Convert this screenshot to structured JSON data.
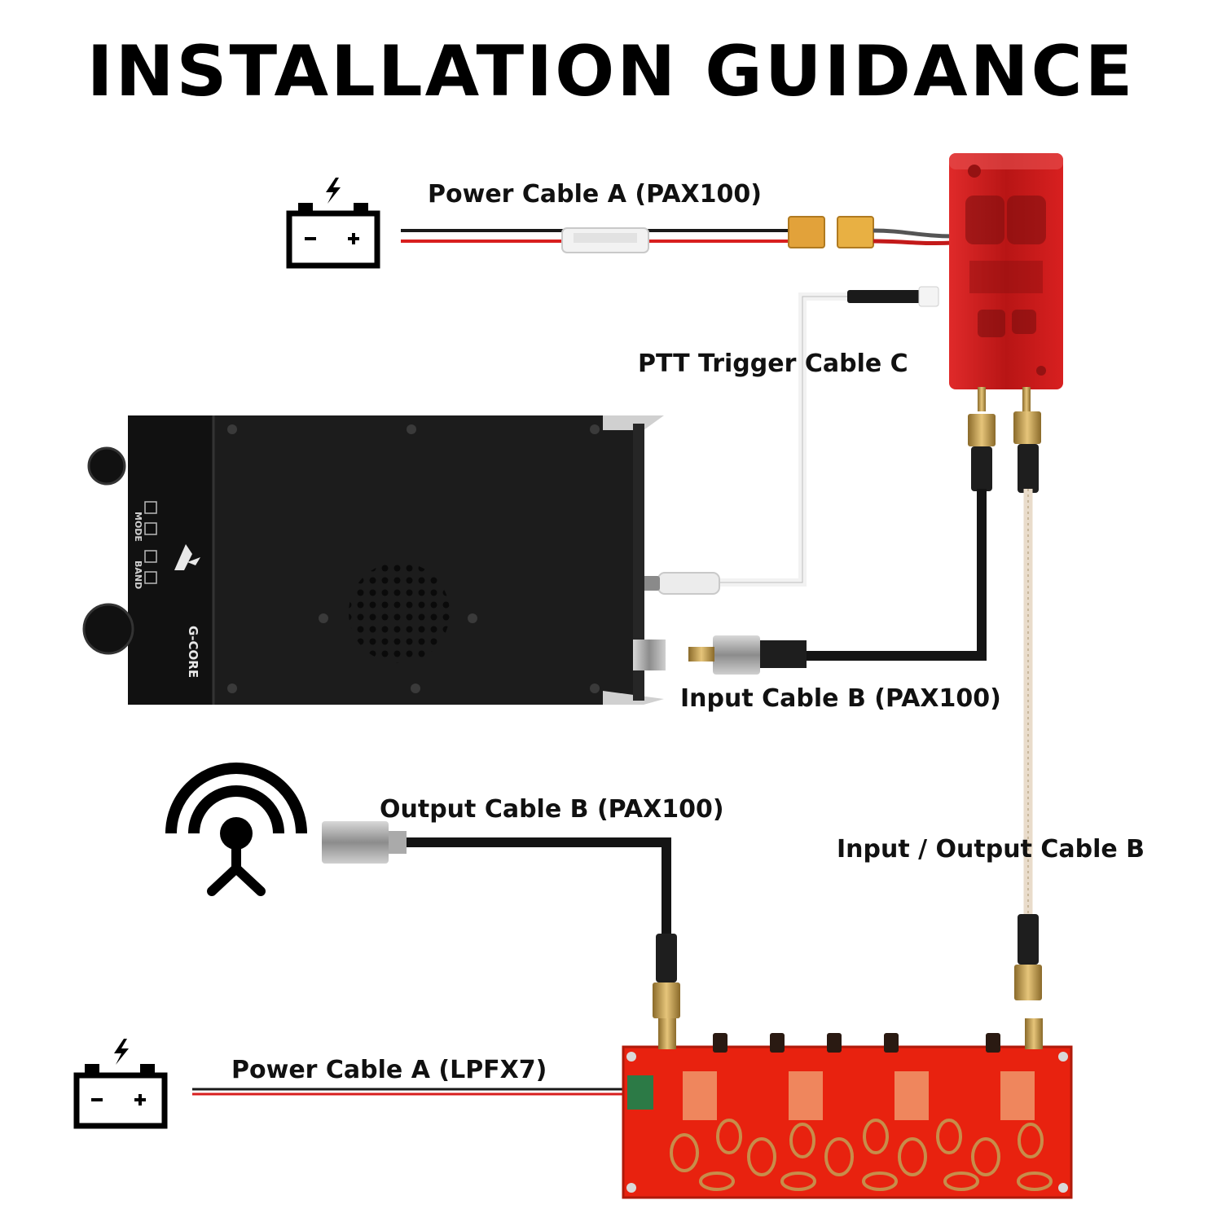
{
  "title": "INSTALLATION GUIDANCE",
  "labels": {
    "power_cable_pax100": "Power Cable A (PAX100)",
    "ptt_trigger_cable": "PTT Trigger Cable C",
    "input_cable_pax100": "Input Cable B (PAX100)",
    "output_cable_pax100": "Output Cable B (PAX100)",
    "input_output_cable": "Input / Output Cable B",
    "power_cable_lpfx7": "Power Cable A (LPFX7)"
  },
  "radio": {
    "brand": "G-CORE",
    "mode_label": "MODE",
    "band_label": "BAND"
  },
  "battery": {
    "minus": "-",
    "plus": "+"
  },
  "colors": {
    "cable_black": "#1a1a1a",
    "cable_red": "#d81e1e",
    "amplifier_red": "#c81e1e",
    "filter_board": "#e8220f",
    "radio_body": "#1c1c1c",
    "ptt_cable": "#f2f2f2",
    "coax_white": "#e9dccb"
  },
  "icons": [
    "battery-icon",
    "lightning-icon",
    "antenna-icon"
  ]
}
